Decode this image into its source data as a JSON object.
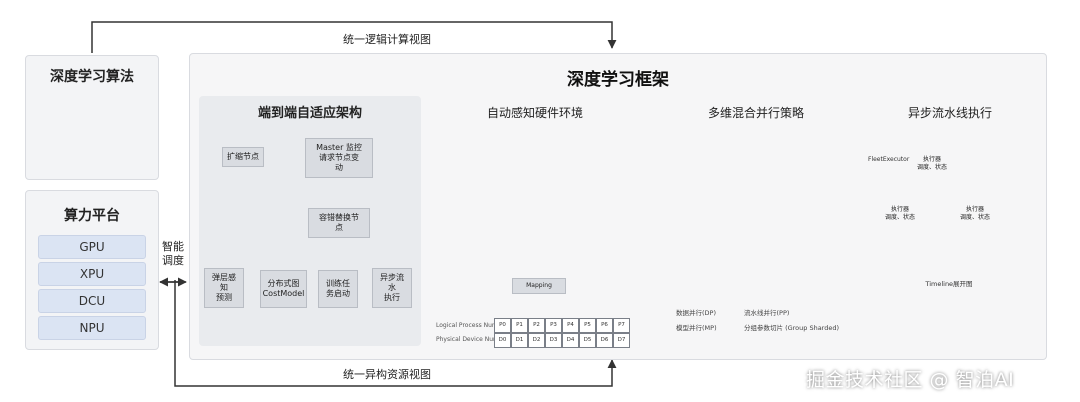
{
  "top_link": "统一逻辑计算视图",
  "bottom_link": "统一异构资源视图",
  "schedule_label": "智能\n调度",
  "algorithms_title": "深度学习算法",
  "platform": {
    "title": "算力平台",
    "items": [
      "GPU",
      "XPU",
      "DCU",
      "NPU"
    ]
  },
  "framework_title": "深度学习框架",
  "adaptive": {
    "title": "端到端自适应架构",
    "nodes": {
      "master": "Master 监控\n请求节点变\n动",
      "expand": "扩缩节点",
      "replace": "容错替换节\n点",
      "perceive": "弹层感\n知\n预测",
      "distributed": "分布式图\nCostModel",
      "train": "训练任\n务启动",
      "async": "异步流\n水\n执行"
    }
  },
  "hardware": {
    "title": "自动感知硬件环境",
    "mapping_label": "Mapping",
    "logical_label": "Logical Process Number",
    "physical_label": "Physical Device Number",
    "logical": [
      "P0",
      "P1",
      "P2",
      "P3",
      "P4",
      "P5",
      "P6",
      "P7"
    ],
    "physical": [
      "D0",
      "D1",
      "D2",
      "D3",
      "D4",
      "D5",
      "D6",
      "D7"
    ]
  },
  "parallel": {
    "title": "多维混合并行策略",
    "legend": [
      "数据并行(DP)",
      "流水线并行(PP)",
      "模型并行(MP)",
      "分组参数切片 (Group Sharded)"
    ]
  },
  "pipeline": {
    "title": "异步流水线执行",
    "fleet": "FleetExecutor",
    "executor": "执行器\n调度、状态",
    "timeline": "Timeline展开图"
  },
  "watermark": "掘金技术社区 @ 智泊AI",
  "colors": {
    "panel_bg": "#f3f4f6",
    "inner_bg": "#e9ebee",
    "pill_bg": "#dbe4f3",
    "node_bg": "#d9dce1",
    "blue_accent": "#2b56c8",
    "red_accent": "#d02a2a",
    "yellow": "#f2d66b",
    "green": "#9ed37a",
    "light_blue": "#bcd6f2"
  }
}
